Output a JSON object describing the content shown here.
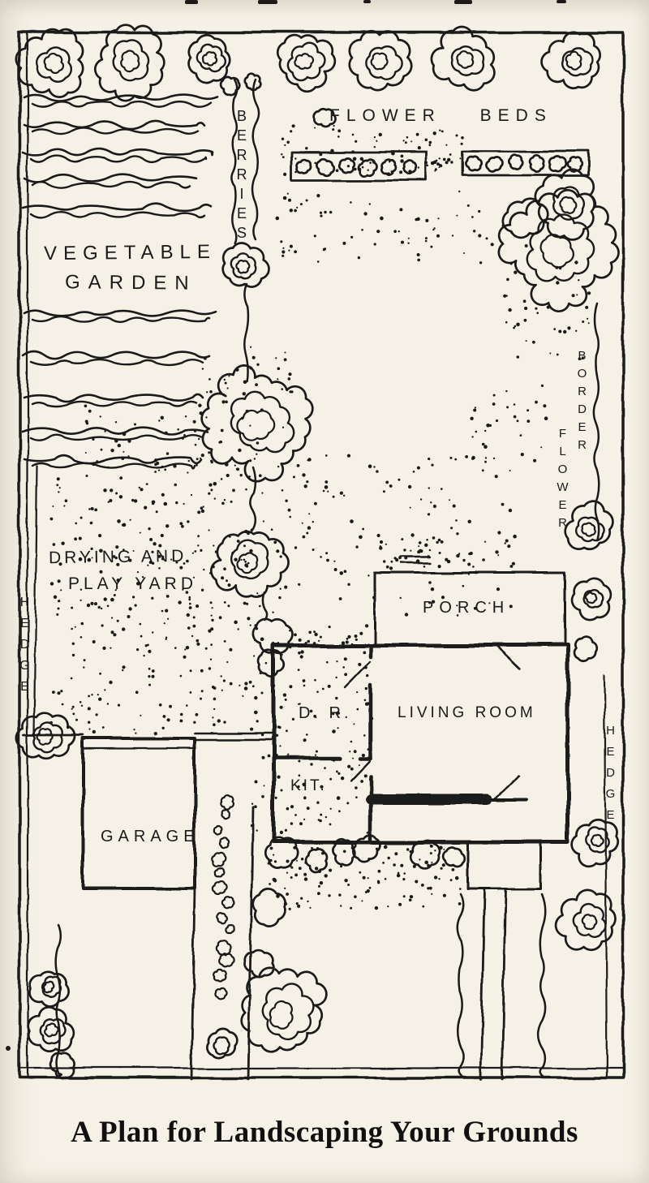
{
  "page": {
    "paper_color": "#f5f1e6",
    "ink_color": "#1a1a1a",
    "caption": "A Plan for Landscaping Your Grounds"
  },
  "plan": {
    "areas": {
      "vegetable_garden_line1": "VEGETABLE",
      "vegetable_garden_line2": "GARDEN",
      "berries": "BERRIES",
      "flower_beds": "FLOWER BEDS",
      "flower_border_word1": "FLOWER",
      "flower_border_word2": "BORDER",
      "drying_yard_line1": "DRYING AND",
      "drying_yard_line2": "PLAY YARD",
      "hedge_left": "HEDGE",
      "hedge_right": "HEDGE"
    },
    "house": {
      "porch": "PORCH",
      "dining_room": "D. R.",
      "living_room": "LIVING ROOM",
      "kitchen": "KIT.",
      "garage": "GARAGE"
    }
  }
}
